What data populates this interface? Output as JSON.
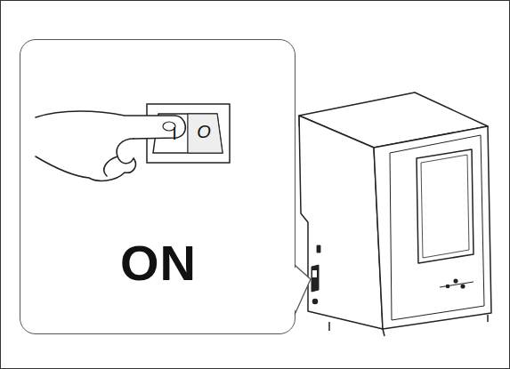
{
  "diagram": {
    "nodes": [
      {
        "text": [
          "ON"
        ]
      }
    ],
    "labels": [
      "I",
      "O"
    ]
  }
}
